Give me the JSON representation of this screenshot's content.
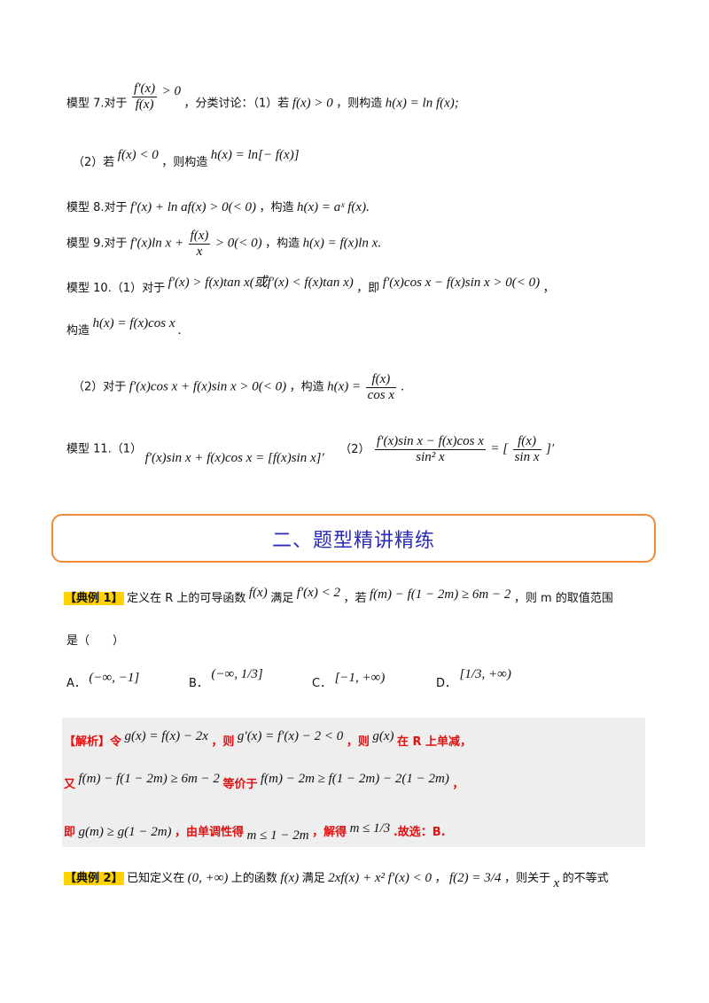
{
  "model7": {
    "prefix": "模型 7.对于",
    "frac_num": "f′(x)",
    "frac_den": "f(x)",
    "cond": "> 0",
    "mid": "，分类讨论：（1）若",
    "cond1": "f(x) > 0",
    "tail1": "，则构造",
    "construct1": "h(x) = ln f(x);",
    "case2_prefix": "（2）若",
    "cond2": "f(x) < 0",
    "tail2": "，则构造",
    "construct2": "h(x) = ln[− f(x)]"
  },
  "model8": {
    "prefix": "模型 8.对于",
    "expr": "f′(x) + ln af(x) > 0(< 0)",
    "mid": "，构造",
    "construct": "h(x) = aˣ f(x)."
  },
  "model9": {
    "prefix": "模型 9.对于",
    "expr_a": "f′(x)ln x +",
    "frac_num": "f(x)",
    "frac_den": "x",
    "expr_b": "> 0(< 0)",
    "mid": "，构造",
    "construct": "h(x) = f(x)ln x."
  },
  "model10": {
    "prefix": "模型 10.（1）对于",
    "expr1": "f′(x) > f(x)tan x(或f′(x) < f(x)tan x)",
    "mid1": "，即",
    "expr2": "f′(x)cos x − f(x)sin x > 0(< 0)",
    "end1": "，",
    "construct_prefix": "构造",
    "construct1": "h(x) = f(x)cos x",
    "end2": ".",
    "case2_prefix": "（2）对于",
    "expr3": "f′(x)cos x + f(x)sin x > 0(< 0)",
    "mid2": "，构造",
    "h_label": "h(x) =",
    "frac_num": "f(x)",
    "frac_den": "cos x",
    "end3": "."
  },
  "model11": {
    "prefix": "模型 11.（1）",
    "expr1": "f′(x)sin x + f(x)cos x = [f(x)sin x]′",
    "case2": "（2）",
    "frac1_num": "f′(x)sin x − f(x)cos x",
    "frac1_den": "sin² x",
    "eq": "= [",
    "frac2_num": "f(x)",
    "frac2_den": "sin x",
    "close": "]′"
  },
  "section_title": "二、题型精讲精练",
  "ex1": {
    "tag": "【典例 1】",
    "text_a": "定义在 R 上的可导函数",
    "fx": "f(x)",
    "text_b": "满足",
    "cond": "f′(x) < 2",
    "text_c": "，若",
    "ineq": "f(m) − f(1 − 2m) ≥ 6m − 2",
    "text_d": "，则 m 的取值范围",
    "line2": "是（　　）",
    "options": [
      {
        "label": "A．",
        "value": "(−∞, −1]"
      },
      {
        "label": "B．",
        "value": "(−∞, 1/3]"
      },
      {
        "label": "C．",
        "value": "[−1, +∞)"
      },
      {
        "label": "D．",
        "value": "[1/3, +∞)"
      }
    ]
  },
  "analysis": {
    "l1_a": "【解析】令",
    "l1_g": "g(x) = f(x) − 2x",
    "l1_b": "，则",
    "l1_gp": "g′(x) = f′(x) − 2 < 0",
    "l1_c": "，则",
    "l1_gx": "g(x)",
    "l1_d": "在 R 上单减，",
    "l2_a": "又",
    "l2_ineq": "f(m) − f(1 − 2m) ≥ 6m − 2",
    "l2_b": "等价于",
    "l2_eq": "f(m) − 2m ≥ f(1 − 2m) − 2(1 − 2m)",
    "l2_c": "，",
    "l3_a": "即",
    "l3_g": "g(m) ≥ g(1 − 2m)",
    "l3_b": "，由单调性得",
    "l3_m": "m ≤ 1 − 2m",
    "l3_c": "，解得",
    "l3_res": "m ≤ 1/3",
    "l3_d": ".故选：B."
  },
  "ex2": {
    "tag": "【典例 2】",
    "text_a": "已知定义在",
    "interval": "(0, +∞)",
    "text_b": "上的函数",
    "fx": "f(x)",
    "text_c": "满足",
    "cond": "2xf(x) + x² f′(x) < 0",
    "text_d": "，",
    "f2": "f(2) = 3/4",
    "text_e": "，则关于",
    "x": "x",
    "text_f": "的不等式"
  }
}
